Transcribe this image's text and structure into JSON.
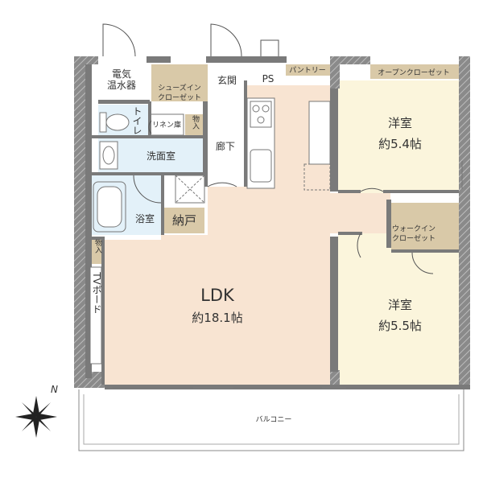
{
  "rooms": {
    "denki_onsuiki": {
      "line1": "電気",
      "line2": "温水器"
    },
    "genkan": "玄関",
    "ps": "PS",
    "pantry": "パントリー",
    "open_closet": "オープンクローゼット",
    "shoes_in_closet": {
      "line1": "シューズイン",
      "line2": "クローゼット"
    },
    "toilet": "トイレ",
    "linen": "リネン庫",
    "monoire_top": "物入",
    "senmen": "洗面室",
    "rouka": "廊下",
    "yokushitsu": "浴室",
    "nando": "納戸",
    "monoire_left": "物入",
    "tv_board": "TVボード",
    "ldk": {
      "name": "LDK",
      "size": "約18.1帖"
    },
    "youshitsu1": {
      "name": "洋室",
      "size": "約5.4帖"
    },
    "youshitsu2": {
      "name": "洋室",
      "size": "約5.5帖"
    },
    "walk_in_closet": {
      "line1": "ウォークイン",
      "line2": "クローゼット"
    },
    "balcony": "バルコニー"
  },
  "compass": {
    "label": "N"
  },
  "colors": {
    "wall": "#7a7a7a",
    "floor_wood": "#f8e4d2",
    "room_cream": "#fbf5dc",
    "wet_area": "#e3f1f9",
    "storage_tan": "#d9c9a8",
    "white_floor": "#ffffff",
    "line": "#555555"
  }
}
